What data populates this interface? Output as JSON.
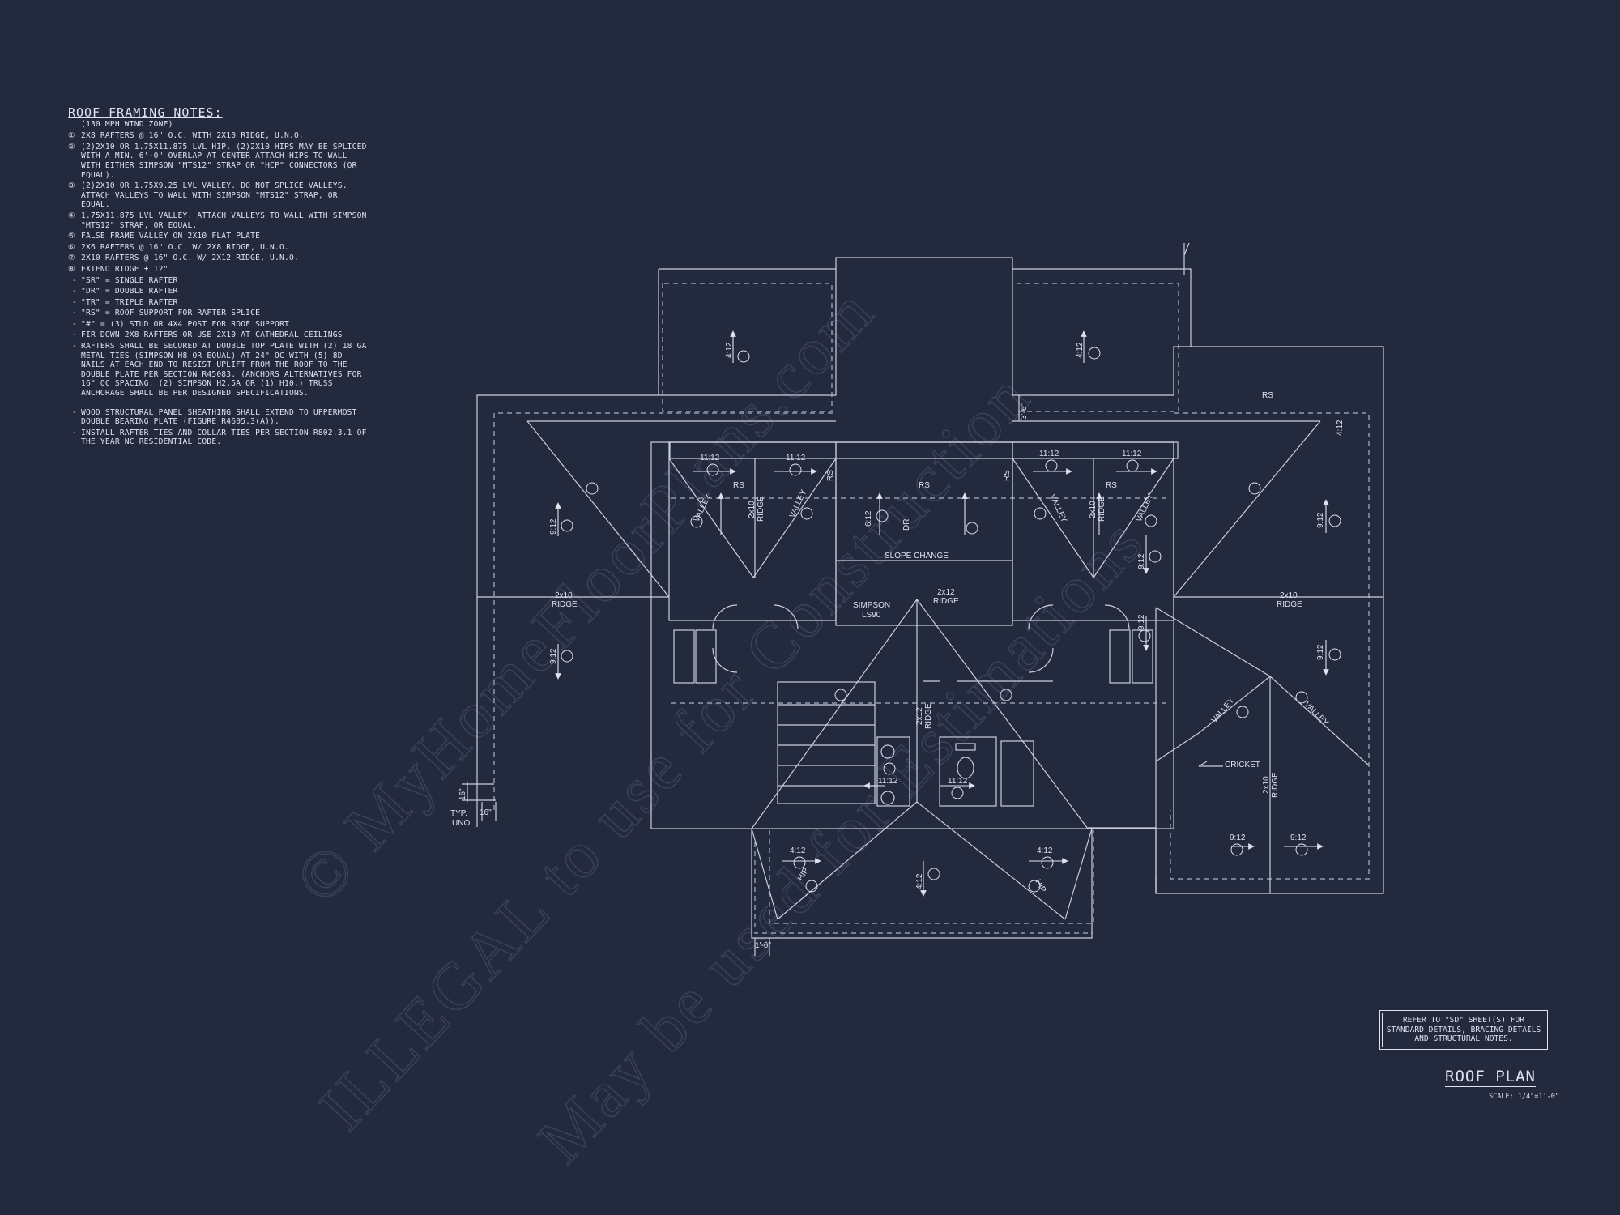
{
  "notes": {
    "title": "ROOF FRAMING NOTES:",
    "subtitle": "(130 MPH WIND ZONE)",
    "items": [
      {
        "marker": "①",
        "text": "2x8 RAFTERS @ 16\" O.C. WITH 2x10 RIDGE, U.N.O."
      },
      {
        "marker": "②",
        "text": "(2)2x10 OR 1.75x11.875 LVL HIP. (2)2x10 HIPS MAY BE SPLICED WITH A MIN. 6'-0\" OVERLAP AT CENTER ATTACH HIPS TO WALL WITH EITHER SIMPSON \"MTS12\" STRAP OR \"HCP\" CONNECTORS (OR EQUAL)."
      },
      {
        "marker": "③",
        "text": "(2)2x10 OR 1.75x9.25 LVL VALLEY. DO NOT SPLICE VALLEYS. ATTACH VALLEYS TO WALL WITH SIMPSON \"MTS12\" STRAP, OR EQUAL."
      },
      {
        "marker": "④",
        "text": "1.75x11.875 LVL VALLEY. ATTACH VALLEYS TO WALL WITH SIMPSON \"MTS12\" STRAP, OR EQUAL."
      },
      {
        "marker": "⑤",
        "text": "FALSE FRAME VALLEY ON 2x10 FLAT PLATE"
      },
      {
        "marker": "⑥",
        "text": "2x6 RAFTERS @ 16\" O.C. W/ 2x8 RIDGE, U.N.O."
      },
      {
        "marker": "⑦",
        "text": "2x10 RAFTERS @ 16\" O.C. W/ 2x12 RIDGE, U.N.O."
      },
      {
        "marker": "⑧",
        "text": "EXTEND RIDGE ± 12\""
      }
    ],
    "bullets": [
      {
        "text": "\"SR\" = SINGLE RAFTER"
      },
      {
        "text": "\"DR\" = DOUBLE RAFTER"
      },
      {
        "text": "\"TR\" = TRIPLE RAFTER"
      },
      {
        "text": "\"RS\" = ROOF SUPPORT FOR RAFTER SPLICE"
      },
      {
        "text": "\"#\" = (3) STUD OR 4x4 POST FOR ROOF SUPPORT"
      },
      {
        "text": "FIR DOWN 2x8 RAFTERS OR USE 2x10 AT CATHEDRAL CEILINGS"
      },
      {
        "text": "RAFTERS SHALL BE SECURED AT DOUBLE TOP PLATE WITH (2) 18 GA METAL TIES (SIMPSON H8 OR EQUAL) AT 24\" OC WITH (5) 8d NAILS AT EACH END TO RESIST UPLIFT FROM THE ROOF TO THE DOUBLE PLATE PER SECTION R45083. (ANCHORS ALTERNATIVES FOR 16\" OC SPACING: (2) SIMPSON H2.5A OR (1) H10.) TRUSS ANCHORAGE SHALL BE PER DESIGNED SPECIFICATIONS."
      },
      {
        "text": "WOOD STRUCTURAL PANEL SHEATHING SHALL EXTEND TO UPPERMOST DOUBLE BEARING PLATE (FIGURE R4605.3(A))."
      },
      {
        "text": "INSTALL RAFTER TIES AND COLLAR TIES PER SECTION R802.3.1 OF THE YEAR NC RESIDENTIAL CODE."
      }
    ]
  },
  "plan": {
    "pitch_4_12": "4:12",
    "pitch_9_12": "9:12",
    "pitch_11_12": "11:12",
    "pitch_6_12": "6:12",
    "rs": "RS",
    "valley": "VALLEY",
    "hip": "HIP",
    "ridge": "RIDGE",
    "ridge_2x10": "2x10",
    "ridge_2x12": "2x12",
    "dr": "DR",
    "slope_change": "SLOPE CHANGE",
    "simpson_1": "SIMPSON",
    "simpson_2": "LS90",
    "cricket": "CRICKET",
    "dim_16_a": "16\"",
    "dim_16_b": "16\"",
    "typ": "TYP.",
    "uno": "UNO",
    "dim_3_6": "3'-6\"",
    "dim_1_6": "1'-6\""
  },
  "ref_note": "REFER TO \"SD\" SHEET(S) FOR STANDARD DETAILS, BRACING DETAILS AND STRUCTURAL NOTES.",
  "title": "ROOF PLAN",
  "scale": "SCALE: 1/4\"=1'-0\"",
  "watermark": {
    "line1": "© MyHomeFloorPlans.com",
    "line2": "ILLEGAL to use for Construction",
    "line3": "May be used for Estimations"
  }
}
